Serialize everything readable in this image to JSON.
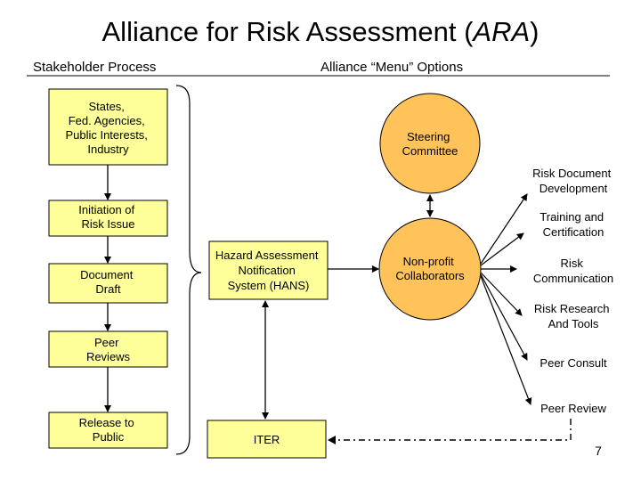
{
  "title": {
    "main": "Alliance for Risk Assessment (",
    "italic": "ARA",
    "close": ")"
  },
  "headers": {
    "left": "Stakeholder Process",
    "right": "Alliance “Menu” Options"
  },
  "stakeholder_steps": [
    {
      "lines": [
        "States,",
        "Fed. Agencies,",
        "Public Interests,",
        "Industry"
      ]
    },
    {
      "lines": [
        "Initiation of",
        "Risk Issue"
      ]
    },
    {
      "lines": [
        "Document",
        "Draft"
      ]
    },
    {
      "lines": [
        "Peer",
        "Reviews"
      ]
    },
    {
      "lines": [
        "Release to",
        "Public"
      ]
    }
  ],
  "hans_box": {
    "lines": [
      "Hazard Assessment",
      "Notification",
      "System (HANS)"
    ]
  },
  "iter_box": {
    "lines": [
      "ITER"
    ]
  },
  "steering_circle": {
    "lines": [
      "Steering",
      "Committee"
    ]
  },
  "nonprofit_circle": {
    "lines": [
      "Non-profit",
      "Collaborators"
    ]
  },
  "menu_options": [
    {
      "lines": [
        "Risk Document",
        "Development"
      ]
    },
    {
      "lines": [
        "Training and",
        "Certification"
      ]
    },
    {
      "lines": [
        "Risk",
        "Communication"
      ]
    },
    {
      "lines": [
        "Risk Research",
        "And Tools"
      ]
    },
    {
      "lines": [
        "Peer Consult"
      ]
    },
    {
      "lines": [
        "Peer Review"
      ]
    }
  ],
  "page_number": "7",
  "colors": {
    "box_fill": "#ffff99",
    "circle_fill": "#ffc35a",
    "stroke": "#000000",
    "accent_line": "#000000"
  }
}
